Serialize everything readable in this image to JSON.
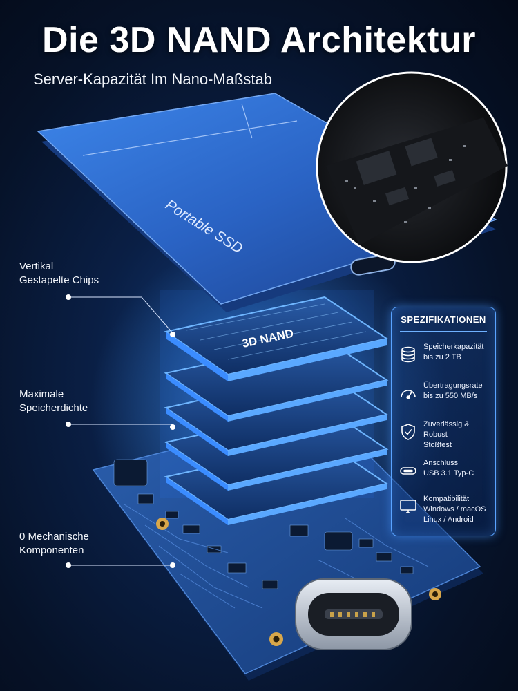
{
  "headline": "Die 3D NAND Architektur",
  "subheadline": "Server-Kapazität Im Nano-Maßstab",
  "device_label": "Portable SSD",
  "chip_label": "3D NAND",
  "callouts": [
    {
      "line1": "Vertikal",
      "line2": "Gestapelte Chips"
    },
    {
      "line1": "Maximale",
      "line2": "Speicherdichte"
    },
    {
      "line1": "0 Mechanische",
      "line2": "Komponenten"
    }
  ],
  "specs": {
    "title": "SPEZIFIKATIONEN",
    "items": [
      {
        "icon": "storage-icon",
        "line1": "Speicherkapazität",
        "line2": "bis zu 2 TB",
        "line3": ""
      },
      {
        "icon": "speedometer-icon",
        "line1": "Übertragungsrate",
        "line2": "bis zu 550 MB/s",
        "line3": ""
      },
      {
        "icon": "shield-check-icon",
        "line1": "Zuverlässig & Robust",
        "line2": "Stoßfest",
        "line3": ""
      },
      {
        "icon": "usb-c-port-icon",
        "line1": "Anschluss",
        "line2": "USB 3.1 Typ-C",
        "line3": ""
      },
      {
        "icon": "monitor-icon",
        "line1": "Kompatibilität",
        "line2": "Windows / macOS",
        "line3": "Linux / Android"
      }
    ]
  },
  "colors": {
    "background": "#061228",
    "accent_glow": "#3b8cff",
    "ssd_body": "#2d6fd6",
    "pcb": "#1f4f98",
    "gold": "#d8a74a"
  }
}
